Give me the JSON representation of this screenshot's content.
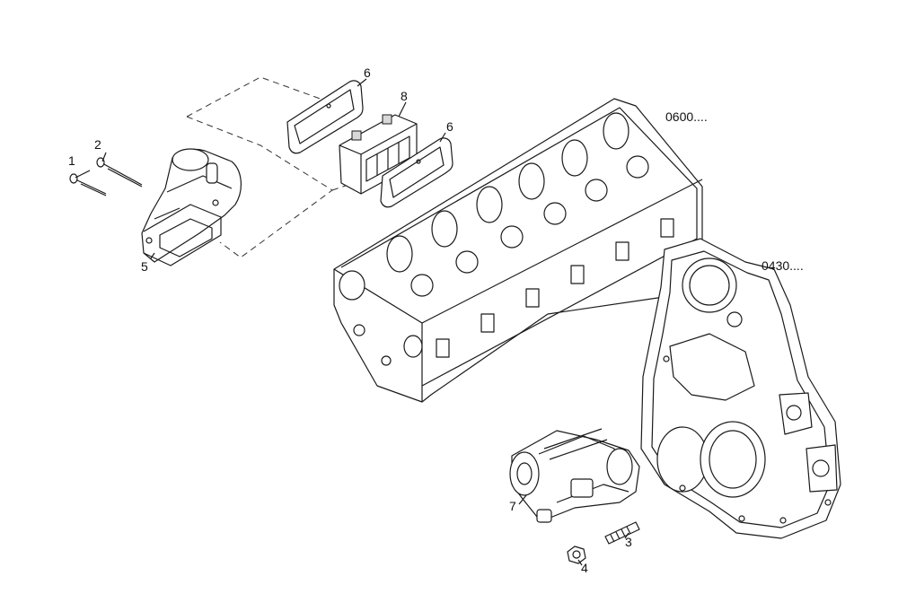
{
  "callouts": {
    "part_1": "1",
    "part_2": "2",
    "part_3": "3",
    "part_4": "4",
    "part_5": "5",
    "part_6_top": "6",
    "part_6_right": "6",
    "part_7": "7",
    "part_8": "8"
  },
  "references": {
    "cylinder_head": "0600....",
    "flywheel_housing": "0430...."
  }
}
